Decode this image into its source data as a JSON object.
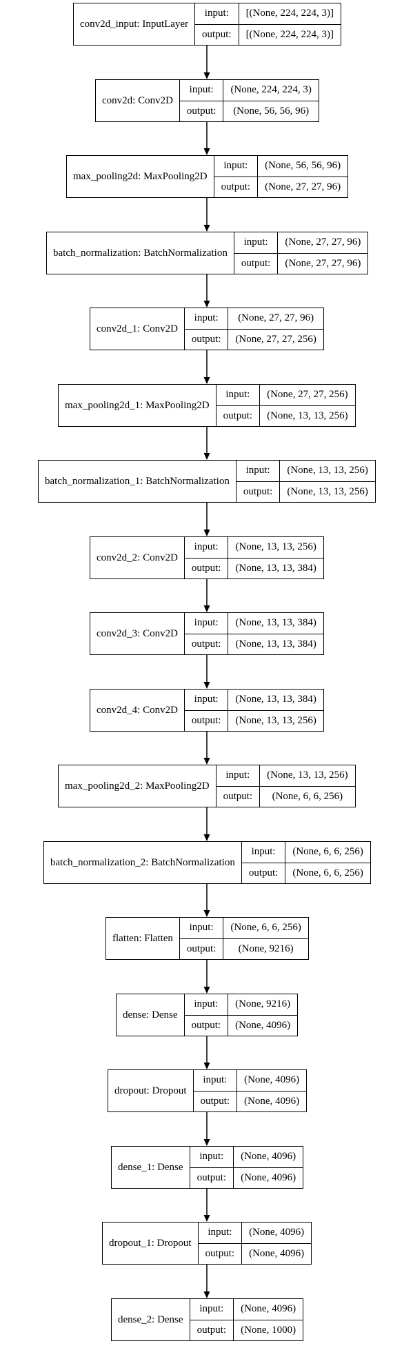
{
  "layers": [
    {
      "name": "conv2d_input: InputLayer",
      "input_label": "input:",
      "output_label": "output:",
      "input": "[(None, 224, 224, 3)]",
      "output": "[(None, 224, 224, 3)]"
    },
    {
      "name": "conv2d: Conv2D",
      "input_label": "input:",
      "output_label": "output:",
      "input": "(None, 224, 224, 3)",
      "output": "(None, 56, 56, 96)"
    },
    {
      "name": "max_pooling2d: MaxPooling2D",
      "input_label": "input:",
      "output_label": "output:",
      "input": "(None, 56, 56, 96)",
      "output": "(None, 27, 27, 96)"
    },
    {
      "name": "batch_normalization: BatchNormalization",
      "input_label": "input:",
      "output_label": "output:",
      "input": "(None, 27, 27, 96)",
      "output": "(None, 27, 27, 96)"
    },
    {
      "name": "conv2d_1: Conv2D",
      "input_label": "input:",
      "output_label": "output:",
      "input": "(None, 27, 27, 96)",
      "output": "(None, 27, 27, 256)"
    },
    {
      "name": "max_pooling2d_1: MaxPooling2D",
      "input_label": "input:",
      "output_label": "output:",
      "input": "(None, 27, 27, 256)",
      "output": "(None, 13, 13, 256)"
    },
    {
      "name": "batch_normalization_1: BatchNormalization",
      "input_label": "input:",
      "output_label": "output:",
      "input": "(None, 13, 13, 256)",
      "output": "(None, 13, 13, 256)"
    },
    {
      "name": "conv2d_2: Conv2D",
      "input_label": "input:",
      "output_label": "output:",
      "input": "(None, 13, 13, 256)",
      "output": "(None, 13, 13, 384)"
    },
    {
      "name": "conv2d_3: Conv2D",
      "input_label": "input:",
      "output_label": "output:",
      "input": "(None, 13, 13, 384)",
      "output": "(None, 13, 13, 384)"
    },
    {
      "name": "conv2d_4: Conv2D",
      "input_label": "input:",
      "output_label": "output:",
      "input": "(None, 13, 13, 384)",
      "output": "(None, 13, 13, 256)"
    },
    {
      "name": "max_pooling2d_2: MaxPooling2D",
      "input_label": "input:",
      "output_label": "output:",
      "input": "(None, 13, 13, 256)",
      "output": "(None, 6, 6, 256)"
    },
    {
      "name": "batch_normalization_2: BatchNormalization",
      "input_label": "input:",
      "output_label": "output:",
      "input": "(None, 6, 6, 256)",
      "output": "(None, 6, 6, 256)"
    },
    {
      "name": "flatten: Flatten",
      "input_label": "input:",
      "output_label": "output:",
      "input": "(None, 6, 6, 256)",
      "output": "(None, 9216)"
    },
    {
      "name": "dense: Dense",
      "input_label": "input:",
      "output_label": "output:",
      "input": "(None, 9216)",
      "output": "(None, 4096)"
    },
    {
      "name": "dropout: Dropout",
      "input_label": "input:",
      "output_label": "output:",
      "input": "(None, 4096)",
      "output": "(None, 4096)"
    },
    {
      "name": "dense_1: Dense",
      "input_label": "input:",
      "output_label": "output:",
      "input": "(None, 4096)",
      "output": "(None, 4096)"
    },
    {
      "name": "dropout_1: Dropout",
      "input_label": "input:",
      "output_label": "output:",
      "input": "(None, 4096)",
      "output": "(None, 4096)"
    },
    {
      "name": "dense_2: Dense",
      "input_label": "input:",
      "output_label": "output:",
      "input": "(None, 4096)",
      "output": "(None, 1000)"
    }
  ]
}
